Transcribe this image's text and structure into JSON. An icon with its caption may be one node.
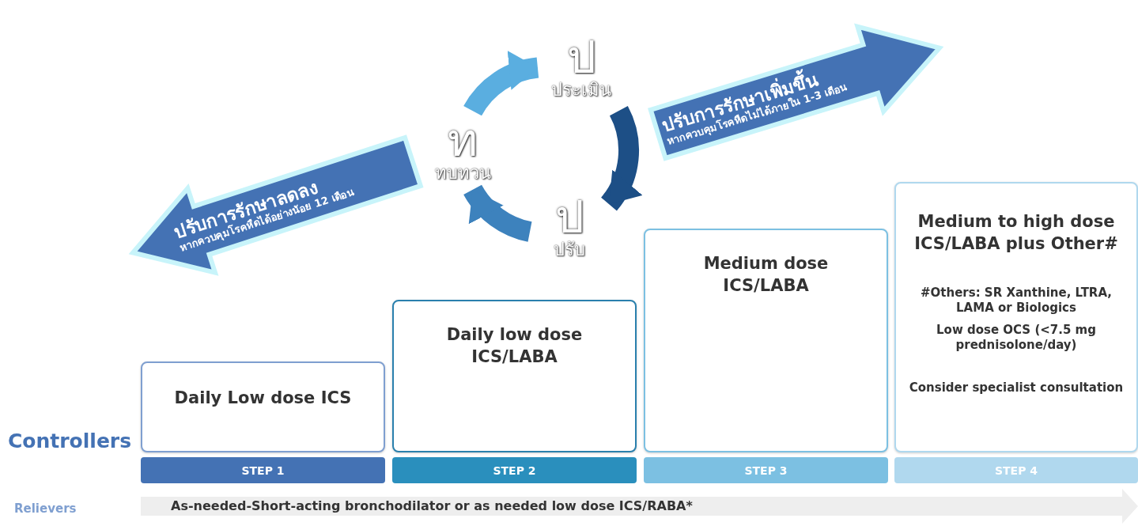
{
  "diagram": {
    "nodes": [
      {
        "text": [
          "ปรับการรักษา**ลดลง**",
          "หากควบคุมโรคหืดได้อย่างน้อย 12 เดือน"
        ]
      },
      {
        "text": [
          "ปรับการรักษา**เพิ่มขึ้น**",
          "หากควบคุมโรคหืดไม่ได้ภายใน 1-3 เดือน"
        ]
      },
      {
        "text": [
          "ท",
          "ทบทวน"
        ]
      },
      {
        "text": [
          "ป",
          "ประเมิน"
        ]
      },
      {
        "text": [
          "ป",
          "ปรับ"
        ]
      },
      {
        "text": [
          "Daily Low dose ICS"
        ]
      },
      {
        "text": [
          "Daily low dose ICS/LABA"
        ]
      },
      {
        "text": [
          "Medium dose ICS/LABA"
        ]
      },
      {
        "text": [
          "Medium to high dose ICS/LABA plus Other#",
          "#Others: SR Xanthine, LTRA, LAMA or Biologics",
          "Low dose OCS (<7.5 mg prednisolone/day)",
          "Consider specialist consultation"
        ]
      },
      {
        "text": [
          "STEP 1"
        ]
      },
      {
        "text": [
          "STEP 2"
        ]
      },
      {
        "text": [
          "STEP 3"
        ]
      },
      {
        "text": [
          "STEP 4"
        ]
      },
      {
        "text": [
          "As-needed-Short-acting bronchodilator or as needed low dose ICS/RABA*"
        ]
      }
    ],
    "edges": [
      {
        "from": 2,
        "to": 3,
        "arrow": "to",
        "color": "#5aaee0"
      },
      {
        "from": 3,
        "to": 4,
        "arrow": "to",
        "color": "#1d4f86"
      },
      {
        "from": 4,
        "to": 2,
        "arrow": "to",
        "color": "#3d82bd"
      }
    ],
    "labels": [
      "Controllers",
      "Relievers"
    ]
  }
}
